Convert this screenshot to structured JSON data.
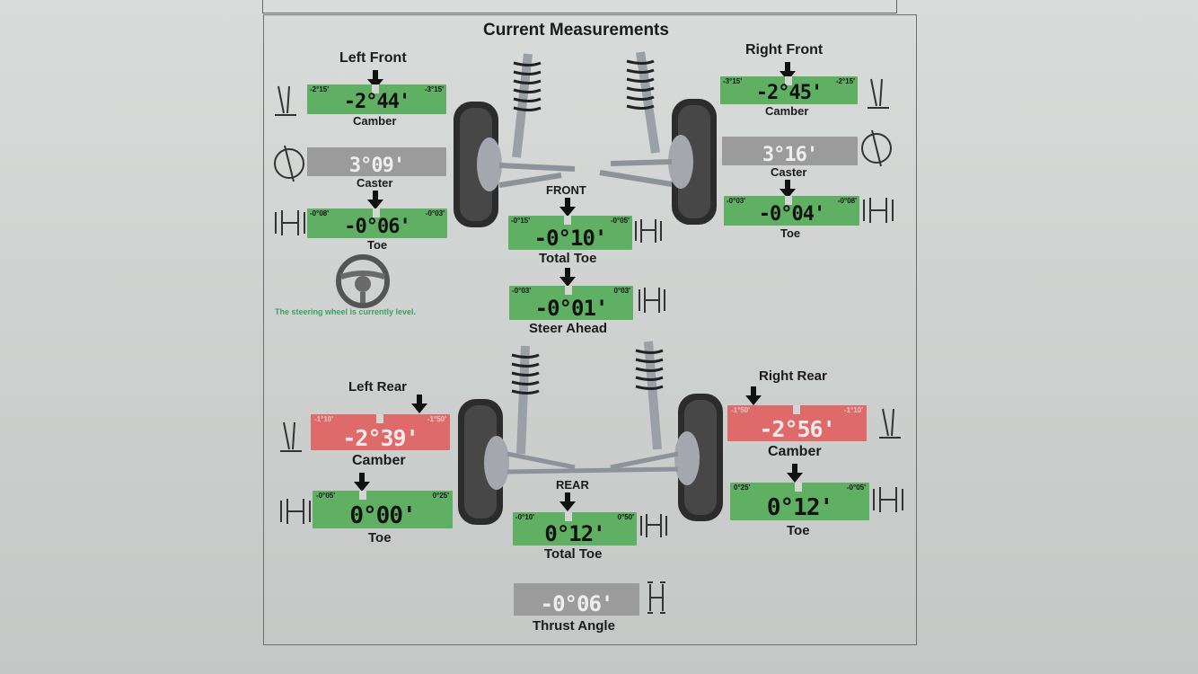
{
  "title": "Current Measurements",
  "left_front": {
    "heading": "Left Front",
    "camber": {
      "value": "-2°44'",
      "min": "-2°15'",
      "max": "-3°15'",
      "label": "Camber",
      "status": "green"
    },
    "caster": {
      "value": "3°09'",
      "label": "Caster",
      "status": "gray"
    },
    "toe": {
      "value": "-0°06'",
      "min": "-0°08'",
      "max": "-0°03'",
      "label": "Toe",
      "status": "green"
    }
  },
  "right_front": {
    "heading": "Right Front",
    "camber": {
      "value": "-2°45'",
      "min": "-3°15'",
      "max": "-2°15'",
      "label": "Camber",
      "status": "green"
    },
    "caster": {
      "value": "3°16'",
      "label": "Caster",
      "status": "gray"
    },
    "toe": {
      "value": "-0°04'",
      "min": "-0°03'",
      "max": "-0°08'",
      "label": "Toe",
      "status": "green"
    }
  },
  "front": {
    "heading": "FRONT",
    "total_toe": {
      "value": "-0°10'",
      "min": "-0°15'",
      "max": "-0°05'",
      "label": "Total Toe",
      "status": "green"
    },
    "steer_ahead": {
      "value": "-0°01'",
      "min": "-0°03'",
      "max": "0°03'",
      "label": "Steer Ahead",
      "status": "green"
    },
    "steering_note": "The steering wheel is currently level."
  },
  "left_rear": {
    "heading": "Left Rear",
    "camber": {
      "value": "-2°39'",
      "min": "-1°10'",
      "max": "-1°50'",
      "label": "Camber",
      "status": "red"
    },
    "toe": {
      "value": "0°00'",
      "min": "-0°05'",
      "max": "0°25'",
      "label": "Toe",
      "status": "green"
    }
  },
  "right_rear": {
    "heading": "Right Rear",
    "camber": {
      "value": "-2°56'",
      "min": "-1°50'",
      "max": "-1°10'",
      "label": "Camber",
      "status": "red"
    },
    "toe": {
      "value": "0°12'",
      "min": "0°25'",
      "max": "-0°05'",
      "label": "Toe",
      "status": "green"
    }
  },
  "rear": {
    "heading": "REAR",
    "total_toe": {
      "value": "0°12'",
      "min": "-0°10'",
      "max": "0°50'",
      "label": "Total Toe",
      "status": "green"
    },
    "thrust_angle": {
      "value": "-0°06'",
      "label": "Thrust Angle",
      "status": "gray"
    }
  },
  "colors": {
    "green": "#5fb063",
    "gray": "#9a9b9a",
    "red": "#de6a6a"
  },
  "icons": [
    "camber-icon",
    "caster-icon",
    "toe-icon",
    "steering-wheel-icon",
    "thrust-icon"
  ]
}
